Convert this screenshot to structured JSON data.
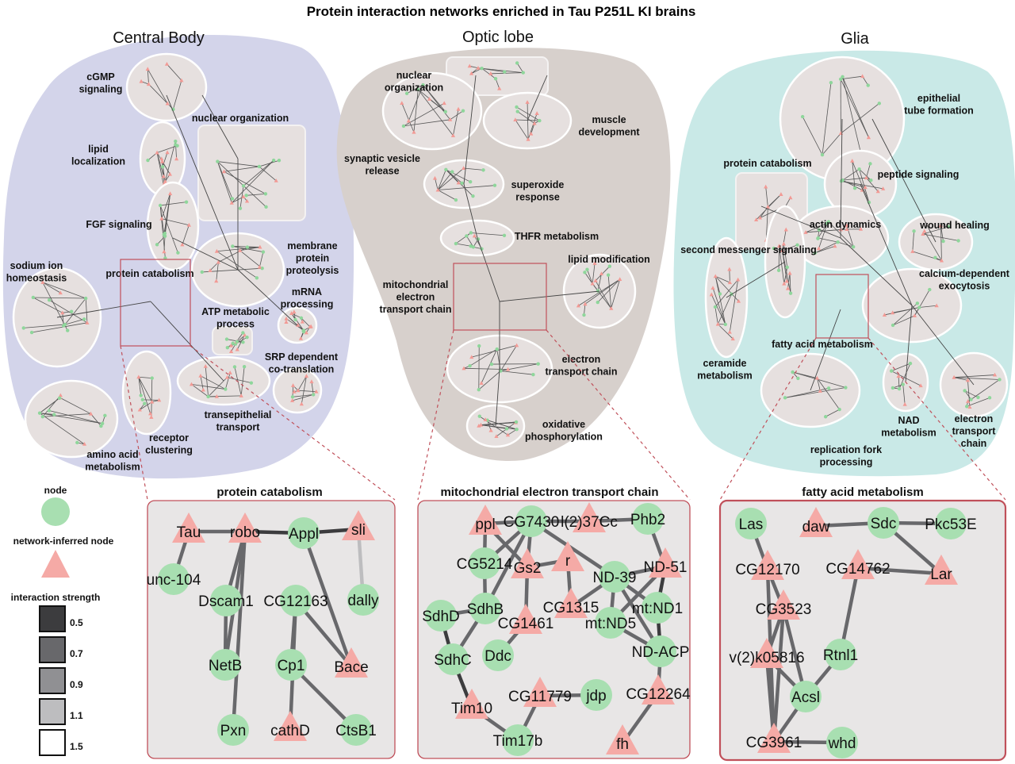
{
  "title": "Protein interaction networks enriched in Tau P251L KI brains",
  "colors": {
    "node": "#a8dfb1",
    "inferred_node": "#f5aaa6",
    "central_body_bg": "#d3d4ea",
    "optic_lobe_bg": "#d7d0cc",
    "glia_bg": "#c9e9e7",
    "cluster_bg": "#e6e0df",
    "highlight_box": "#c0505a",
    "panel_bg": "#e8e6e6"
  },
  "overview": {
    "regions": [
      {
        "name": "Central Body",
        "clusters": [
          {
            "lines": [
              "cGMP",
              "signaling"
            ]
          },
          {
            "lines": [
              "nuclear organization"
            ]
          },
          {
            "lines": [
              "lipid",
              "localization"
            ]
          },
          {
            "lines": [
              "FGF signaling"
            ]
          },
          {
            "lines": [
              "sodium ion",
              "homeostasis"
            ]
          },
          {
            "lines": [
              "protein catabolism"
            ]
          },
          {
            "lines": [
              "membrane",
              "protein",
              "proteolysis"
            ]
          },
          {
            "lines": [
              "mRNA",
              "processing"
            ]
          },
          {
            "lines": [
              "ATP metabolic",
              "process"
            ]
          },
          {
            "lines": [
              "SRP dependent",
              "co-translation"
            ]
          },
          {
            "lines": [
              "transepithelial",
              "transport"
            ]
          },
          {
            "lines": [
              "receptor",
              "clustering"
            ]
          },
          {
            "lines": [
              "amino acid",
              "metabolism"
            ]
          }
        ]
      },
      {
        "name": "Optic lobe",
        "clusters": [
          {
            "lines": [
              "nuclear",
              "organization"
            ]
          },
          {
            "lines": [
              "muscle",
              "development"
            ]
          },
          {
            "lines": [
              "synaptic vesicle",
              "release"
            ]
          },
          {
            "lines": [
              "superoxide",
              "response"
            ]
          },
          {
            "lines": [
              "THFR metabolism"
            ]
          },
          {
            "lines": [
              "lipid modification"
            ]
          },
          {
            "lines": [
              "mitochondrial",
              "electron",
              "transport chain"
            ]
          },
          {
            "lines": [
              "electron",
              "transport chain"
            ]
          },
          {
            "lines": [
              "oxidative",
              "phosphorylation"
            ]
          }
        ]
      },
      {
        "name": "Glia",
        "clusters": [
          {
            "lines": [
              "epithelial",
              "tube formation"
            ]
          },
          {
            "lines": [
              "protein catabolism"
            ]
          },
          {
            "lines": [
              "peptide signaling"
            ]
          },
          {
            "lines": [
              "actin dynamics"
            ]
          },
          {
            "lines": [
              "wound healing"
            ]
          },
          {
            "lines": [
              "second messenger signaling"
            ]
          },
          {
            "lines": [
              "calcium-dependent",
              "exocytosis"
            ]
          },
          {
            "lines": [
              "fatty acid metabolism"
            ]
          },
          {
            "lines": [
              "ceramide",
              "metabolism"
            ]
          },
          {
            "lines": [
              "NAD",
              "metabolism"
            ]
          },
          {
            "lines": [
              "electron",
              "transport",
              "chain"
            ]
          },
          {
            "lines": [
              "replication fork",
              "processing"
            ]
          }
        ]
      }
    ]
  },
  "legend": {
    "node_label": "node",
    "inferred_label": "network-inferred node",
    "strength_label": "interaction strength",
    "strength_levels": [
      {
        "value": "0.5",
        "shade": "#3c3c3e"
      },
      {
        "value": "0.7",
        "shade": "#68686b"
      },
      {
        "value": "0.9",
        "shade": "#909093"
      },
      {
        "value": "1.1",
        "shade": "#bdbdbf"
      },
      {
        "value": "1.5",
        "shade": "#ffffff"
      }
    ]
  },
  "panels": [
    {
      "title": "protein catabolism",
      "nodes": [
        {
          "label": "Tau",
          "type": "inferred"
        },
        {
          "label": "robo",
          "type": "inferred"
        },
        {
          "label": "Appl",
          "type": "node"
        },
        {
          "label": "sli",
          "type": "inferred"
        },
        {
          "label": "unc-104",
          "type": "node"
        },
        {
          "label": "Dscam1",
          "type": "node"
        },
        {
          "label": "CG12163",
          "type": "node"
        },
        {
          "label": "dally",
          "type": "node"
        },
        {
          "label": "NetB",
          "type": "node"
        },
        {
          "label": "Cp1",
          "type": "node"
        },
        {
          "label": "Bace",
          "type": "inferred"
        },
        {
          "label": "Pxn",
          "type": "node"
        },
        {
          "label": "cathD",
          "type": "inferred"
        },
        {
          "label": "CtsB1",
          "type": "node"
        }
      ],
      "edges": [
        [
          "Tau",
          "robo",
          0.7
        ],
        [
          "robo",
          "Appl",
          0.5
        ],
        [
          "Appl",
          "sli",
          0.5
        ],
        [
          "Tau",
          "unc-104",
          0.7
        ],
        [
          "robo",
          "Dscam1",
          0.7
        ],
        [
          "robo",
          "NetB",
          0.7
        ],
        [
          "Dscam1",
          "NetB",
          0.7
        ],
        [
          "robo",
          "Pxn",
          0.7
        ],
        [
          "sli",
          "dally",
          1.1
        ],
        [
          "Appl",
          "Bace",
          0.7
        ],
        [
          "CG12163",
          "Cp1",
          0.7
        ],
        [
          "CG12163",
          "Bace",
          0.7
        ],
        [
          "CG12163",
          "cathD",
          0.7
        ],
        [
          "Cp1",
          "CtsB1",
          0.7
        ]
      ]
    },
    {
      "title": "mitochondrial electron transport chain",
      "nodes": [
        {
          "label": "ppl",
          "type": "inferred"
        },
        {
          "label": "CG7430",
          "type": "node"
        },
        {
          "label": "l(2)37Cc",
          "type": "inferred"
        },
        {
          "label": "Phb2",
          "type": "node"
        },
        {
          "label": "CG5214",
          "type": "node"
        },
        {
          "label": "Gs2",
          "type": "inferred"
        },
        {
          "label": "r",
          "type": "inferred"
        },
        {
          "label": "ND-39",
          "type": "node"
        },
        {
          "label": "ND-51",
          "type": "inferred"
        },
        {
          "label": "SdhB",
          "type": "node"
        },
        {
          "label": "SdhD",
          "type": "node"
        },
        {
          "label": "CG1315",
          "type": "inferred"
        },
        {
          "label": "mt:ND1",
          "type": "node"
        },
        {
          "label": "CG1461",
          "type": "inferred"
        },
        {
          "label": "mt:ND5",
          "type": "node"
        },
        {
          "label": "Ddc",
          "type": "node"
        },
        {
          "label": "SdhC",
          "type": "node"
        },
        {
          "label": "ND-ACP",
          "type": "node"
        },
        {
          "label": "CG11779",
          "type": "inferred"
        },
        {
          "label": "jdp",
          "type": "node"
        },
        {
          "label": "CG12264",
          "type": "inferred"
        },
        {
          "label": "Tim10",
          "type": "inferred"
        },
        {
          "label": "Tim17b",
          "type": "node"
        },
        {
          "label": "fh",
          "type": "inferred"
        }
      ],
      "edges": [
        [
          "ppl",
          "CG7430",
          0.7
        ],
        [
          "CG7430",
          "l(2)37Cc",
          0.7
        ],
        [
          "l(2)37Cc",
          "Phb2",
          0.7
        ],
        [
          "ppl",
          "CG5214",
          0.7
        ],
        [
          "ppl",
          "Gs2",
          0.7
        ],
        [
          "CG7430",
          "CG5214",
          0.7
        ],
        [
          "CG7430",
          "Gs2",
          0.7
        ],
        [
          "CG7430",
          "SdhB",
          0.7
        ],
        [
          "CG7430",
          "ND-39",
          0.7
        ],
        [
          "Gs2",
          "r",
          0.7
        ],
        [
          "Gs2",
          "CG1461",
          0.7
        ],
        [
          "r",
          "CG1315",
          0.7
        ],
        [
          "CG5214",
          "SdhB",
          0.7
        ],
        [
          "SdhB",
          "SdhD",
          0.7
        ],
        [
          "SdhB",
          "SdhC",
          0.7
        ],
        [
          "SdhD",
          "SdhC",
          0.5
        ],
        [
          "SdhC",
          "Tim10",
          0.5
        ],
        [
          "Tim10",
          "Tim17b",
          0.7
        ],
        [
          "Tim17b",
          "CG11779",
          0.7
        ],
        [
          "CG11779",
          "jdp",
          0.7
        ],
        [
          "CG1461",
          "Ddc",
          0.7
        ],
        [
          "CG1315",
          "ND-39",
          0.7
        ],
        [
          "ND-39",
          "ND-51",
          0.7
        ],
        [
          "ND-39",
          "mt:ND5",
          0.7
        ],
        [
          "ND-39",
          "mt:ND1",
          0.7
        ],
        [
          "ND-39",
          "ND-ACP",
          0.7
        ],
        [
          "Phb2",
          "ND-51",
          0.7
        ],
        [
          "ND-51",
          "mt:ND1",
          0.5
        ],
        [
          "ND-51",
          "mt:ND5",
          0.7
        ],
        [
          "mt:ND1",
          "ND-ACP",
          0.5
        ],
        [
          "mt:ND5",
          "ND-ACP",
          0.7
        ],
        [
          "ND-ACP",
          "CG12264",
          0.7
        ],
        [
          "CG12264",
          "fh",
          0.7
        ]
      ]
    },
    {
      "title": "fatty acid metabolism",
      "nodes": [
        {
          "label": "Las",
          "type": "node"
        },
        {
          "label": "daw",
          "type": "inferred"
        },
        {
          "label": "Sdc",
          "type": "node"
        },
        {
          "label": "Pkc53E",
          "type": "node"
        },
        {
          "label": "CG12170",
          "type": "inferred"
        },
        {
          "label": "CG14762",
          "type": "inferred"
        },
        {
          "label": "Lar",
          "type": "inferred"
        },
        {
          "label": "CG3523",
          "type": "inferred"
        },
        {
          "label": "v(2)k05816",
          "type": "inferred"
        },
        {
          "label": "Rtnl1",
          "type": "node"
        },
        {
          "label": "Acsl",
          "type": "node"
        },
        {
          "label": "CG3961",
          "type": "inferred"
        },
        {
          "label": "whd",
          "type": "node"
        }
      ],
      "edges": [
        [
          "Las",
          "CG12170",
          0.7
        ],
        [
          "daw",
          "Sdc",
          0.7
        ],
        [
          "Sdc",
          "Pkc53E",
          0.7
        ],
        [
          "Sdc",
          "Lar",
          0.7
        ],
        [
          "CG14762",
          "Lar",
          0.7
        ],
        [
          "CG14762",
          "Rtnl1",
          0.7
        ],
        [
          "CG12170",
          "CG3523",
          0.7
        ],
        [
          "CG12170",
          "CG3961",
          0.7
        ],
        [
          "CG3523",
          "v(2)k05816",
          0.7
        ],
        [
          "CG3523",
          "Acsl",
          0.7
        ],
        [
          "CG3523",
          "CG3961",
          0.7
        ],
        [
          "v(2)k05816",
          "Acsl",
          0.7
        ],
        [
          "v(2)k05816",
          "CG3961",
          0.7
        ],
        [
          "Rtnl1",
          "Acsl",
          0.7
        ],
        [
          "Acsl",
          "CG3961",
          0.7
        ],
        [
          "CG3961",
          "whd",
          0.7
        ]
      ]
    }
  ]
}
